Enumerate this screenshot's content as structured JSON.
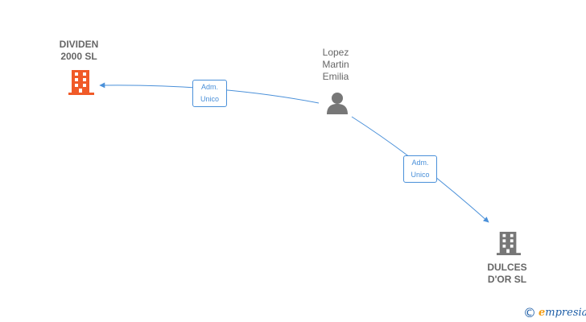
{
  "colors": {
    "edge": "#4a90d9",
    "highlight_company": "#f05a28",
    "company": "#777777",
    "person": "#777777",
    "brand_blue": "#1f5fa8",
    "brand_orange": "#f39c12"
  },
  "nodes": {
    "dividen": {
      "name_line1": "DIVIDEN",
      "name_line2": "2000 SL",
      "icon": "building-icon"
    },
    "lopez": {
      "name_line1": "Lopez",
      "name_line2": "Martin",
      "name_line3": "Emilia",
      "icon": "person-icon"
    },
    "dulces": {
      "name_line1": "DULCES",
      "name_line2": "D'OR SL",
      "icon": "building-icon"
    }
  },
  "edges": [
    {
      "from": "lopez",
      "to": "dividen",
      "label_line1": "Adm.",
      "label_line2": "Unico"
    },
    {
      "from": "lopez",
      "to": "dulces",
      "label_line1": "Adm.",
      "label_line2": "Unico"
    }
  ],
  "footer": {
    "copyright_symbol": "©",
    "brand_initial": "e",
    "brand_rest": "mpresia"
  }
}
